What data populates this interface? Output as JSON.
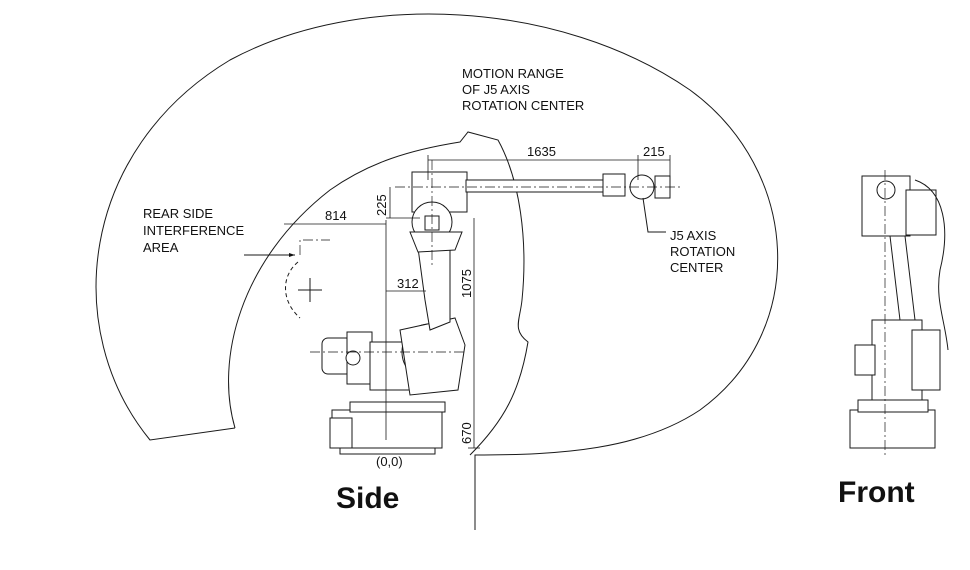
{
  "labels": {
    "motion_range": [
      "MOTION RANGE",
      "OF J5 AXIS",
      "ROTATION CENTER"
    ],
    "rear_side": [
      "REAR SIDE",
      "INTERFERENCE",
      "AREA"
    ],
    "j5_center": [
      "J5 AXIS",
      "ROTATION",
      "CENTER"
    ],
    "origin": "(0,0)"
  },
  "dimensions": {
    "arm_length": "1635",
    "wrist_offset": "215",
    "arm_offset": "225",
    "rear_radius": "814",
    "base_offset": "312",
    "lower_arm": "1075",
    "base_height": "670"
  },
  "views": {
    "side": "Side",
    "front": "Front"
  }
}
